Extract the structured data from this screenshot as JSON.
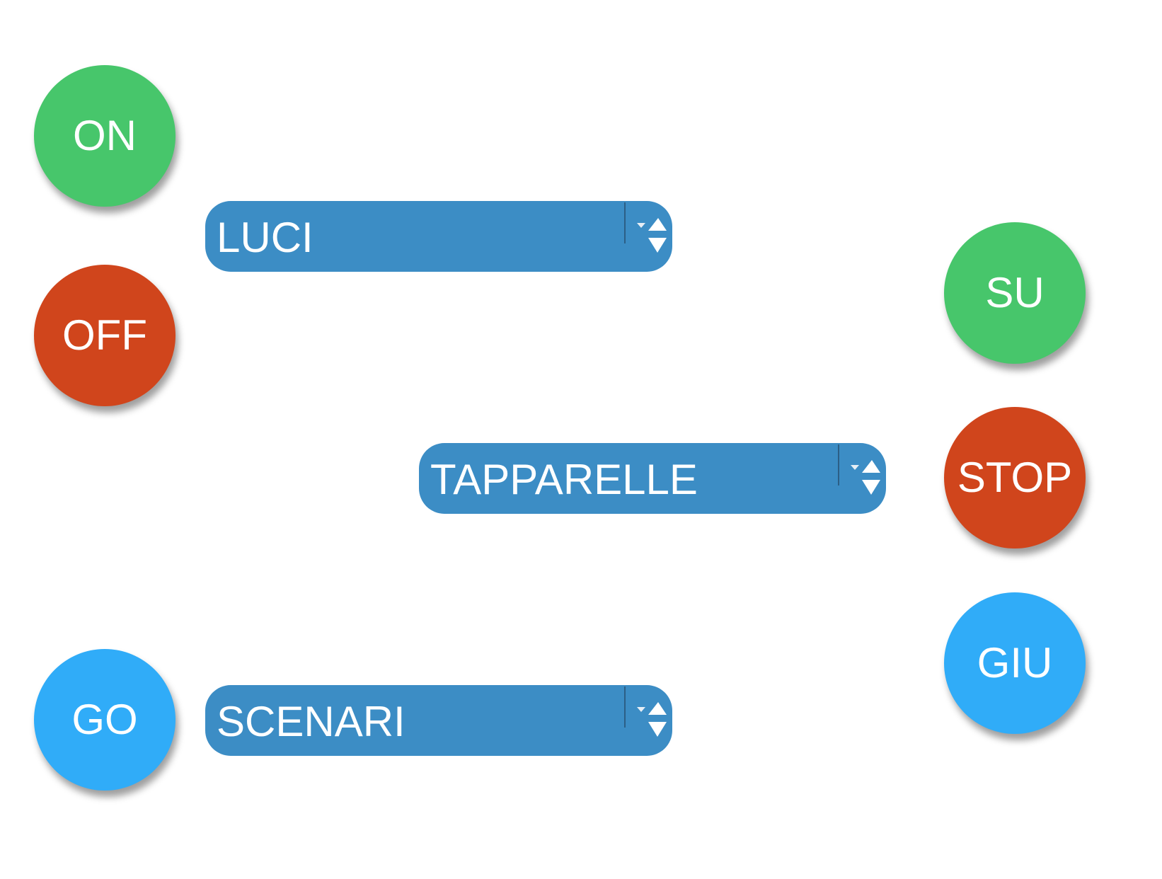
{
  "lights": {
    "on_label": "ON",
    "off_label": "OFF",
    "select_value": "LUCI"
  },
  "blinds": {
    "up_label": "SU",
    "stop_label": "STOP",
    "down_label": "GIU",
    "select_value": "TAPPARELLE"
  },
  "scenes": {
    "go_label": "GO",
    "select_value": "SCENARI"
  },
  "icons": {
    "stepper": "up-down-arrows-icon"
  },
  "colors": {
    "green": "#47c66b",
    "red": "#d0451c",
    "blue": "#30acf8",
    "select_bg": "#3c8dc5",
    "text": "#ffffff"
  }
}
